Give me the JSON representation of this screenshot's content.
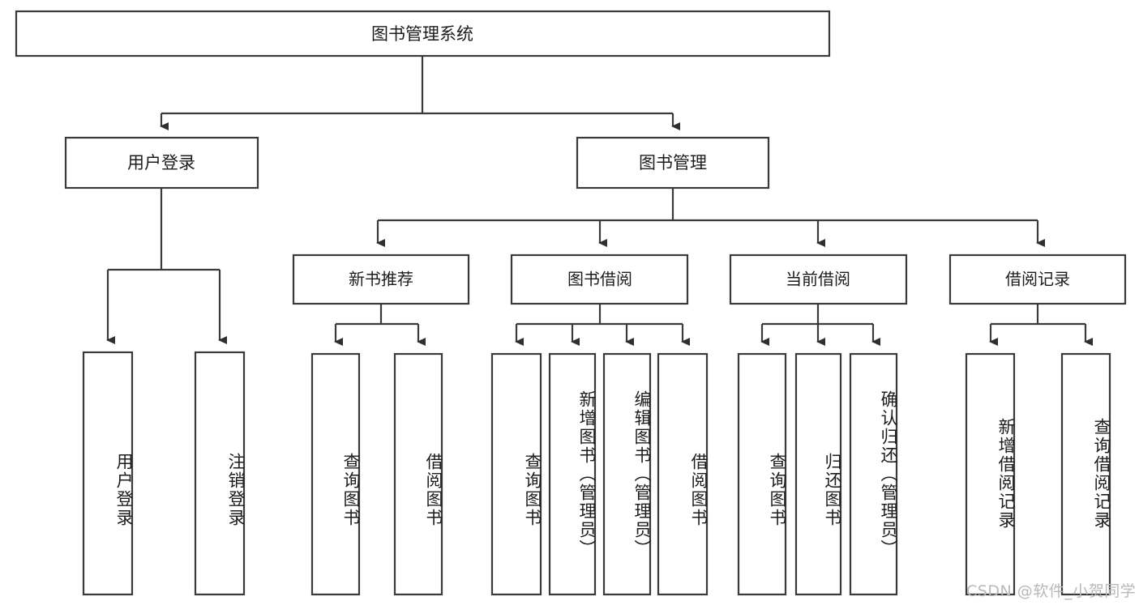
{
  "diagram": {
    "title": "图书管理系统",
    "type": "tree-hierarchy",
    "root": {
      "id": "root",
      "label": "图书管理系统",
      "orientation": "horizontal"
    },
    "level2": [
      {
        "id": "user-login",
        "label": "用户登录",
        "orientation": "horizontal"
      },
      {
        "id": "book-manage",
        "label": "图书管理",
        "orientation": "horizontal"
      }
    ],
    "level3": [
      {
        "id": "new-book-recommend",
        "label": "新书推荐",
        "parent": "book-manage",
        "orientation": "horizontal"
      },
      {
        "id": "book-borrow",
        "label": "图书借阅",
        "parent": "book-manage",
        "orientation": "horizontal"
      },
      {
        "id": "current-borrow",
        "label": "当前借阅",
        "parent": "book-manage",
        "orientation": "horizontal"
      },
      {
        "id": "borrow-record",
        "label": "借阅记录",
        "parent": "book-manage",
        "orientation": "horizontal"
      }
    ],
    "leaves": [
      {
        "id": "leaf-user-login",
        "label": "用户登录",
        "parent": "user-login",
        "orientation": "vertical"
      },
      {
        "id": "leaf-logout",
        "label": "注销登录",
        "parent": "user-login",
        "orientation": "vertical"
      },
      {
        "id": "leaf-query-book-1",
        "label": "查询图书",
        "parent": "new-book-recommend",
        "orientation": "vertical"
      },
      {
        "id": "leaf-borrow-book-1",
        "label": "借阅图书",
        "parent": "new-book-recommend",
        "orientation": "vertical"
      },
      {
        "id": "leaf-query-book-2",
        "label": "查询图书",
        "parent": "book-borrow",
        "orientation": "vertical"
      },
      {
        "id": "leaf-add-book",
        "label": "新增图书（管理员）",
        "parent": "book-borrow",
        "orientation": "vertical"
      },
      {
        "id": "leaf-edit-book",
        "label": "编辑图书（管理员）",
        "parent": "book-borrow",
        "orientation": "vertical"
      },
      {
        "id": "leaf-borrow-book-2",
        "label": "借阅图书",
        "parent": "book-borrow",
        "orientation": "vertical"
      },
      {
        "id": "leaf-query-book-3",
        "label": "查询图书",
        "parent": "current-borrow",
        "orientation": "vertical"
      },
      {
        "id": "leaf-return-book",
        "label": "归还图书",
        "parent": "current-borrow",
        "orientation": "vertical"
      },
      {
        "id": "leaf-confirm-return",
        "label": "确认归还（管理员）",
        "parent": "current-borrow",
        "orientation": "vertical"
      },
      {
        "id": "leaf-add-record",
        "label": "新增借阅记录",
        "parent": "borrow-record",
        "orientation": "vertical"
      },
      {
        "id": "leaf-query-record",
        "label": "查询借阅记录",
        "parent": "borrow-record",
        "orientation": "vertical"
      }
    ]
  },
  "watermark": {
    "text": "CSDN @软件_小贺同学"
  },
  "colors": {
    "background": "#ffffff",
    "box_fill": "#ffffff",
    "box_stroke": "#3a3a3a",
    "connector": "#3a3a3a",
    "text": "#1c1c1c",
    "watermark": "#b9b9b9"
  }
}
